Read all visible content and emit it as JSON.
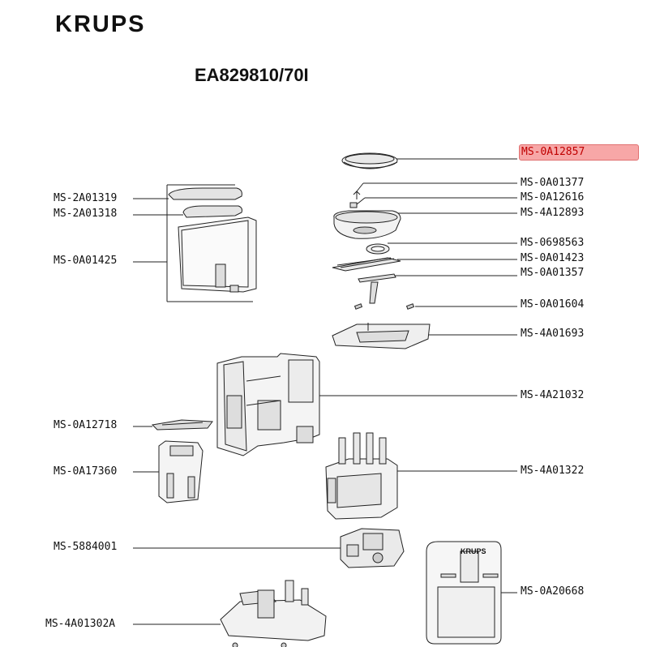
{
  "header": {
    "brand": "KRUPS",
    "model": "EA829810/70I"
  },
  "diagram": {
    "highlight_color": "#f7a7a7",
    "parts_right": [
      {
        "code": "MS-0A12857",
        "highlighted": true
      },
      {
        "code": "MS-0A01377",
        "highlighted": false
      },
      {
        "code": "MS-0A12616",
        "highlighted": false
      },
      {
        "code": "MS-4A12893",
        "highlighted": false
      },
      {
        "code": "MS-0698563",
        "highlighted": false
      },
      {
        "code": "MS-0A01423",
        "highlighted": false
      },
      {
        "code": "MS-0A01357",
        "highlighted": false
      },
      {
        "code": "MS-0A01604",
        "highlighted": false
      },
      {
        "code": "MS-4A01693",
        "highlighted": false
      },
      {
        "code": "MS-4A21032",
        "highlighted": false
      },
      {
        "code": "MS-4A01322",
        "highlighted": false
      },
      {
        "code": "MS-0A20668",
        "highlighted": false
      }
    ],
    "parts_left": [
      {
        "code": "MS-2A01319",
        "highlighted": false
      },
      {
        "code": "MS-2A01318",
        "highlighted": false
      },
      {
        "code": "MS-0A01425",
        "highlighted": false
      },
      {
        "code": "MS-0A12718",
        "highlighted": false
      },
      {
        "code": "MS-0A17360",
        "highlighted": false
      },
      {
        "code": "MS-5884001",
        "highlighted": false
      },
      {
        "code": "MS-4A01302A",
        "highlighted": false
      }
    ],
    "panel_logo": "KRUPS"
  }
}
